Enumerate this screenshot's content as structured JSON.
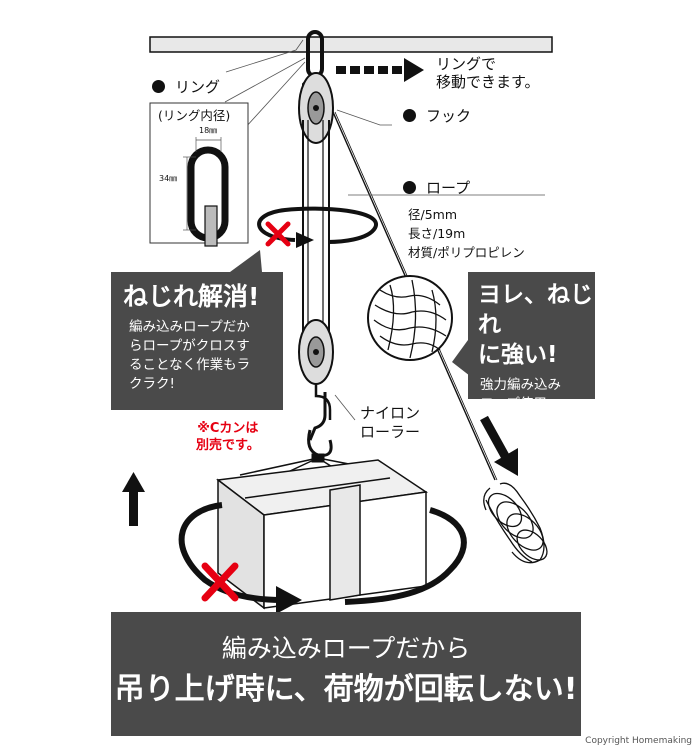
{
  "labels": {
    "ring": "リング",
    "ring_inner": "(リング内径)",
    "dim_width": "18㎜",
    "dim_height": "34㎜",
    "ring_move": "リングで\n移動できます。",
    "hook": "フック",
    "rope": "ロープ",
    "rope_spec": [
      "径/5mm",
      "長さ/19m",
      "材質/ポリプロピレン"
    ],
    "nylon_roller": "ナイロン\nローラー",
    "c_kan_note": "※Cカンは\n別売です。"
  },
  "panels": {
    "twist": {
      "title": "ねじれ解消!",
      "body": "編み込みロープだか\nらロープがクロスす\nることなく作業もラ\nクラク!"
    },
    "strong": {
      "title": "ヨレ、ねじれ\nに強い!",
      "body": "強力編み込み\nロープ使用。"
    }
  },
  "banner": {
    "line1": "編み込みロープだから",
    "line2": "吊り上げ時に、荷物が回転しない!"
  },
  "copyright": "Copyright Homemaking",
  "colors": {
    "panel": "#4a4a4a",
    "accent_red": "#e60012"
  }
}
